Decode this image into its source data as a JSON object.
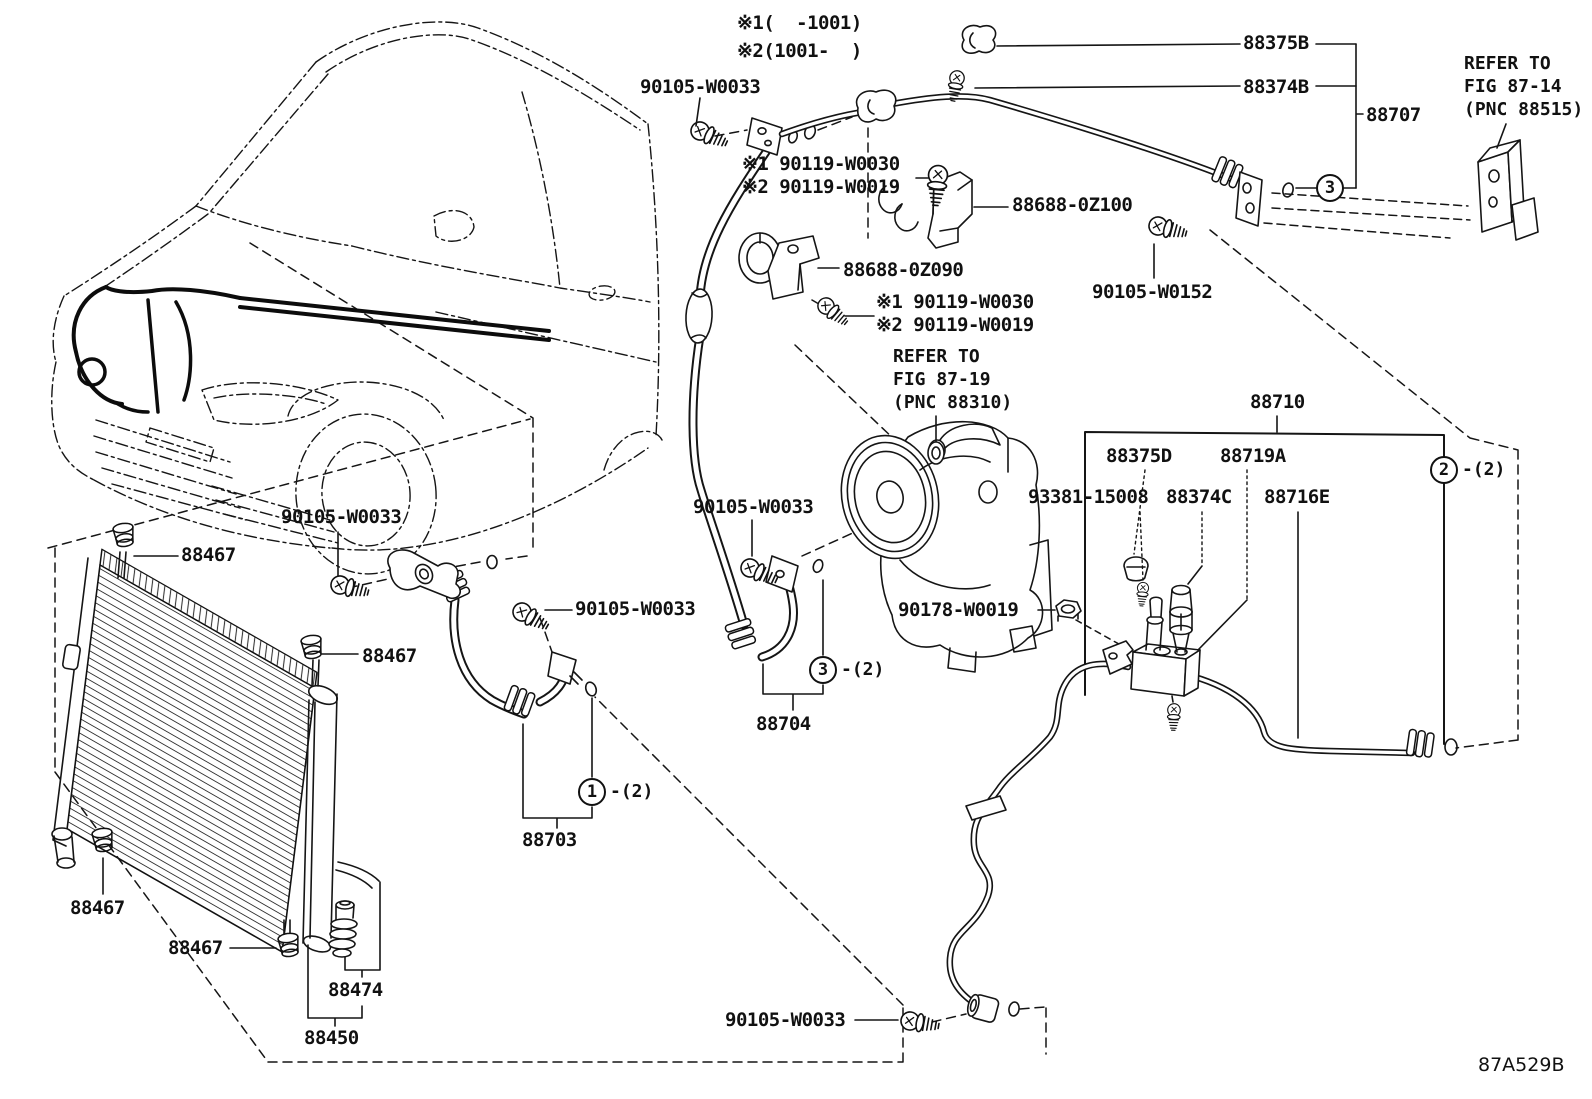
{
  "diagram": {
    "drawing_code": "87A529B",
    "production_notes": [
      "※1(  -1001)",
      "※2(1001-  )"
    ],
    "references": [
      {
        "lines": [
          "REFER TO",
          "FIG 87-14",
          "(PNC 88515)"
        ]
      },
      {
        "lines": [
          "REFER TO",
          "FIG 87-19",
          "(PNC 88310)"
        ]
      }
    ],
    "callouts": [
      {
        "number": "1",
        "qty": "-(2)"
      },
      {
        "number": "2",
        "qty": "-(2)"
      },
      {
        "number": "3",
        "qty": "-(2)"
      },
      {
        "number": "3",
        "qty": ""
      }
    ],
    "parts": {
      "condenser_assy": "88450",
      "condenser_cushion": "88467",
      "condenser_packing": "88474",
      "discharge_hose": "88703",
      "suction_hose": "88704",
      "suction_pipe": "88707",
      "liquid_pipe_assy": "88710",
      "grommet_b": "88375B",
      "screw_b": "88374B",
      "grommet_d": "88375D",
      "tube_719a": "88719A",
      "pressure_switch": "88374C",
      "tube_716e": "88716E",
      "valve_core": "93381-15008",
      "bracket_0z100": "88688-0Z100",
      "clamp_0z090": "88688-0Z090",
      "bolt_w0033": "90105-W0033",
      "bolt_w0152": "90105-W0152",
      "nut_w0019": "90178-W0019",
      "bolt_note_1": "※1 90119-W0030",
      "bolt_note_2": "※2 90119-W0019"
    }
  }
}
